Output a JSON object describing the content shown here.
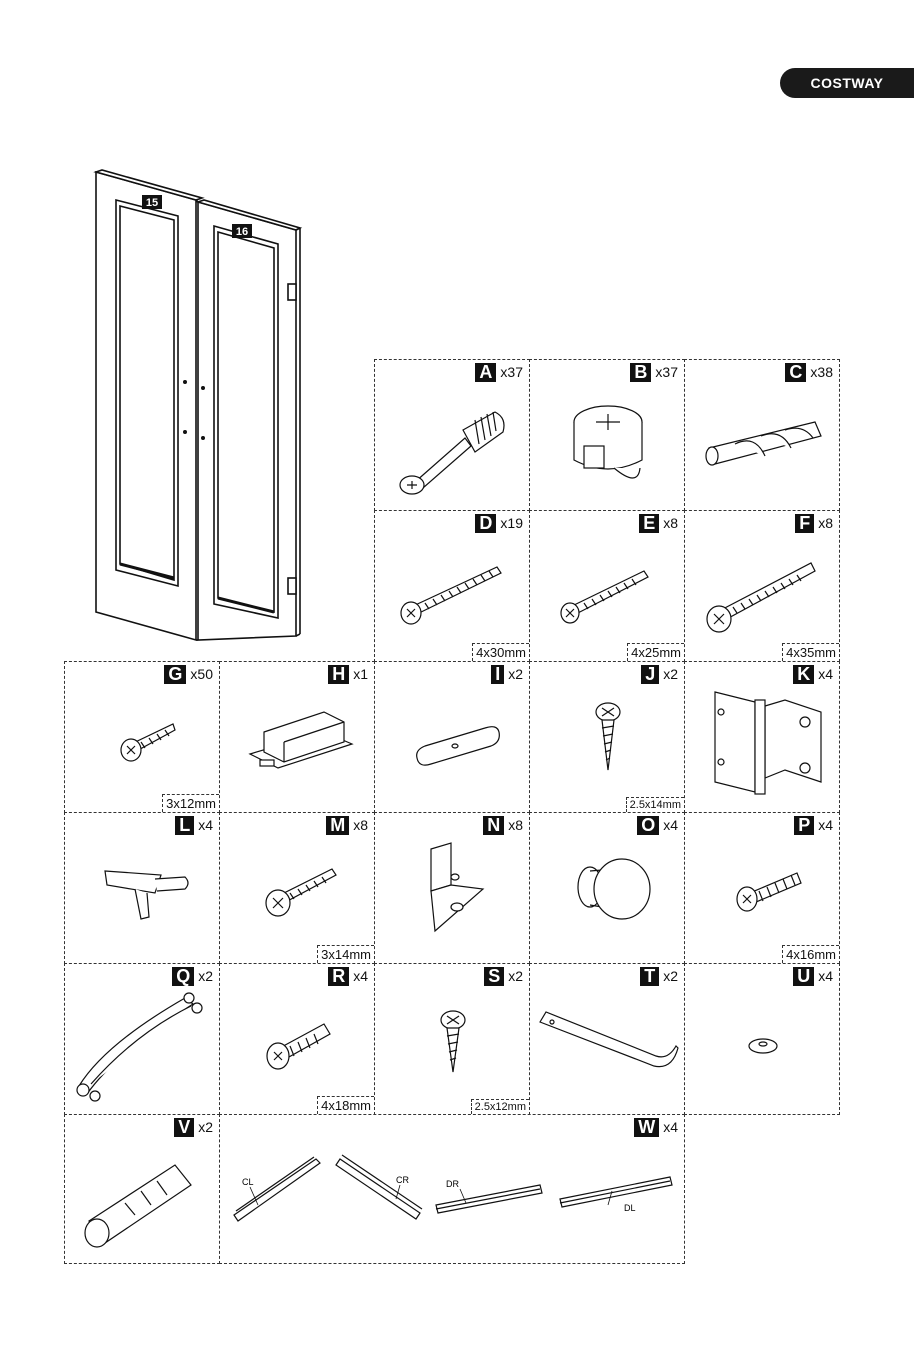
{
  "brand": "COSTWAY",
  "door_labels": [
    "15",
    "16"
  ],
  "parts": {
    "A": {
      "letter": "A",
      "qty": "x37",
      "size": ""
    },
    "B": {
      "letter": "B",
      "qty": "x37",
      "size": ""
    },
    "C": {
      "letter": "C",
      "qty": "x38",
      "size": ""
    },
    "D": {
      "letter": "D",
      "qty": "x19",
      "size": "4x30mm"
    },
    "E": {
      "letter": "E",
      "qty": "x8",
      "size": "4x25mm"
    },
    "F": {
      "letter": "F",
      "qty": "x8",
      "size": "4x35mm"
    },
    "G": {
      "letter": "G",
      "qty": "x50",
      "size": "3x12mm"
    },
    "H": {
      "letter": "H",
      "qty": "x1",
      "size": ""
    },
    "I": {
      "letter": "I",
      "qty": "x2",
      "size": ""
    },
    "J": {
      "letter": "J",
      "qty": "x2",
      "size": "2.5x14mm"
    },
    "K": {
      "letter": "K",
      "qty": "x4",
      "size": ""
    },
    "L": {
      "letter": "L",
      "qty": "x4",
      "size": ""
    },
    "M": {
      "letter": "M",
      "qty": "x8",
      "size": "3x14mm"
    },
    "N": {
      "letter": "N",
      "qty": "x8",
      "size": ""
    },
    "O": {
      "letter": "O",
      "qty": "x4",
      "size": ""
    },
    "P": {
      "letter": "P",
      "qty": "x4",
      "size": "4x16mm"
    },
    "Q": {
      "letter": "Q",
      "qty": "x2",
      "size": ""
    },
    "R": {
      "letter": "R",
      "qty": "x4",
      "size": "4x18mm"
    },
    "S": {
      "letter": "S",
      "qty": "x2",
      "size": "2.5x12mm"
    },
    "T": {
      "letter": "T",
      "qty": "x2",
      "size": ""
    },
    "U": {
      "letter": "U",
      "qty": "x4",
      "size": ""
    },
    "V": {
      "letter": "V",
      "qty": "x2",
      "size": ""
    },
    "W": {
      "letter": "W",
      "qty": "x4",
      "size": ""
    }
  },
  "slide_labels": [
    "CL",
    "CR",
    "DR",
    "DL"
  ]
}
